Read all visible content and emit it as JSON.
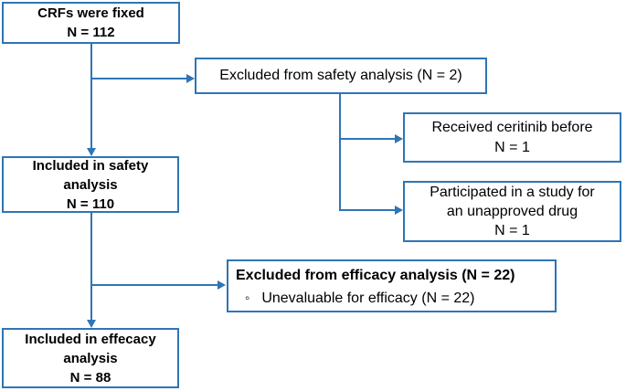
{
  "colors": {
    "accent": "#2E75B6",
    "text": "#000000",
    "background": "#FFFFFF"
  },
  "boxes": {
    "crfs_fixed": {
      "text": "CRFs were fixed\nN = 112"
    },
    "excluded_safety": {
      "text": "Excluded from safety analysis (N = 2)"
    },
    "received_ceritinib": {
      "text": "Received ceritinib before\nN = 1"
    },
    "participated_unapproved": {
      "text": "Participated in a study for\nan unapproved drug\nN = 1"
    },
    "included_safety": {
      "text": "Included in safety\nanalysis\nN = 110"
    },
    "excluded_efficacy": {
      "title": "Excluded from efficacy analysis (N = 22)",
      "bullet_glyph": "◦",
      "bullet_text": "Unevaluable for efficacy (N = 22)"
    },
    "included_efficacy": {
      "text": "Included in effecacy\nanalysis\nN = 88"
    }
  }
}
